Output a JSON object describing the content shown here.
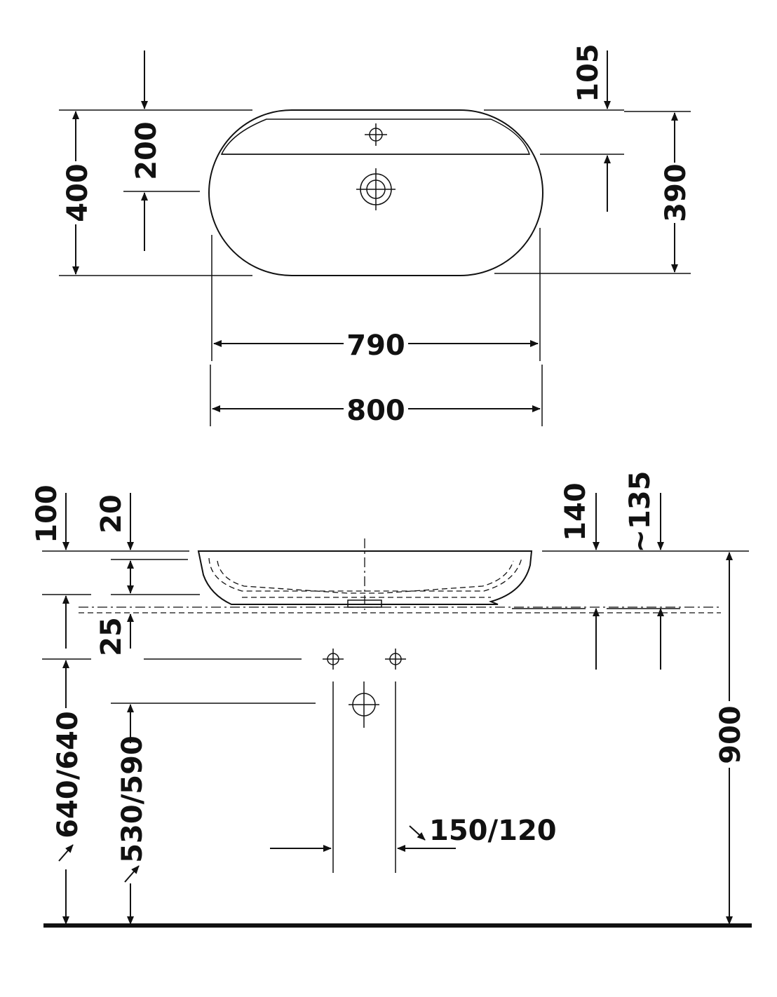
{
  "top_view": {
    "dims": {
      "d105": "105",
      "d200": "200",
      "d400": "400",
      "d390": "390",
      "d790": "790",
      "d800": "800"
    }
  },
  "side_view": {
    "dims": {
      "d100": "100",
      "d20": "20",
      "d140": "140",
      "d135": "~135",
      "d25": "25",
      "d640": "640/640",
      "d530": "530/590",
      "d150": "150/120",
      "d900": "900"
    }
  }
}
